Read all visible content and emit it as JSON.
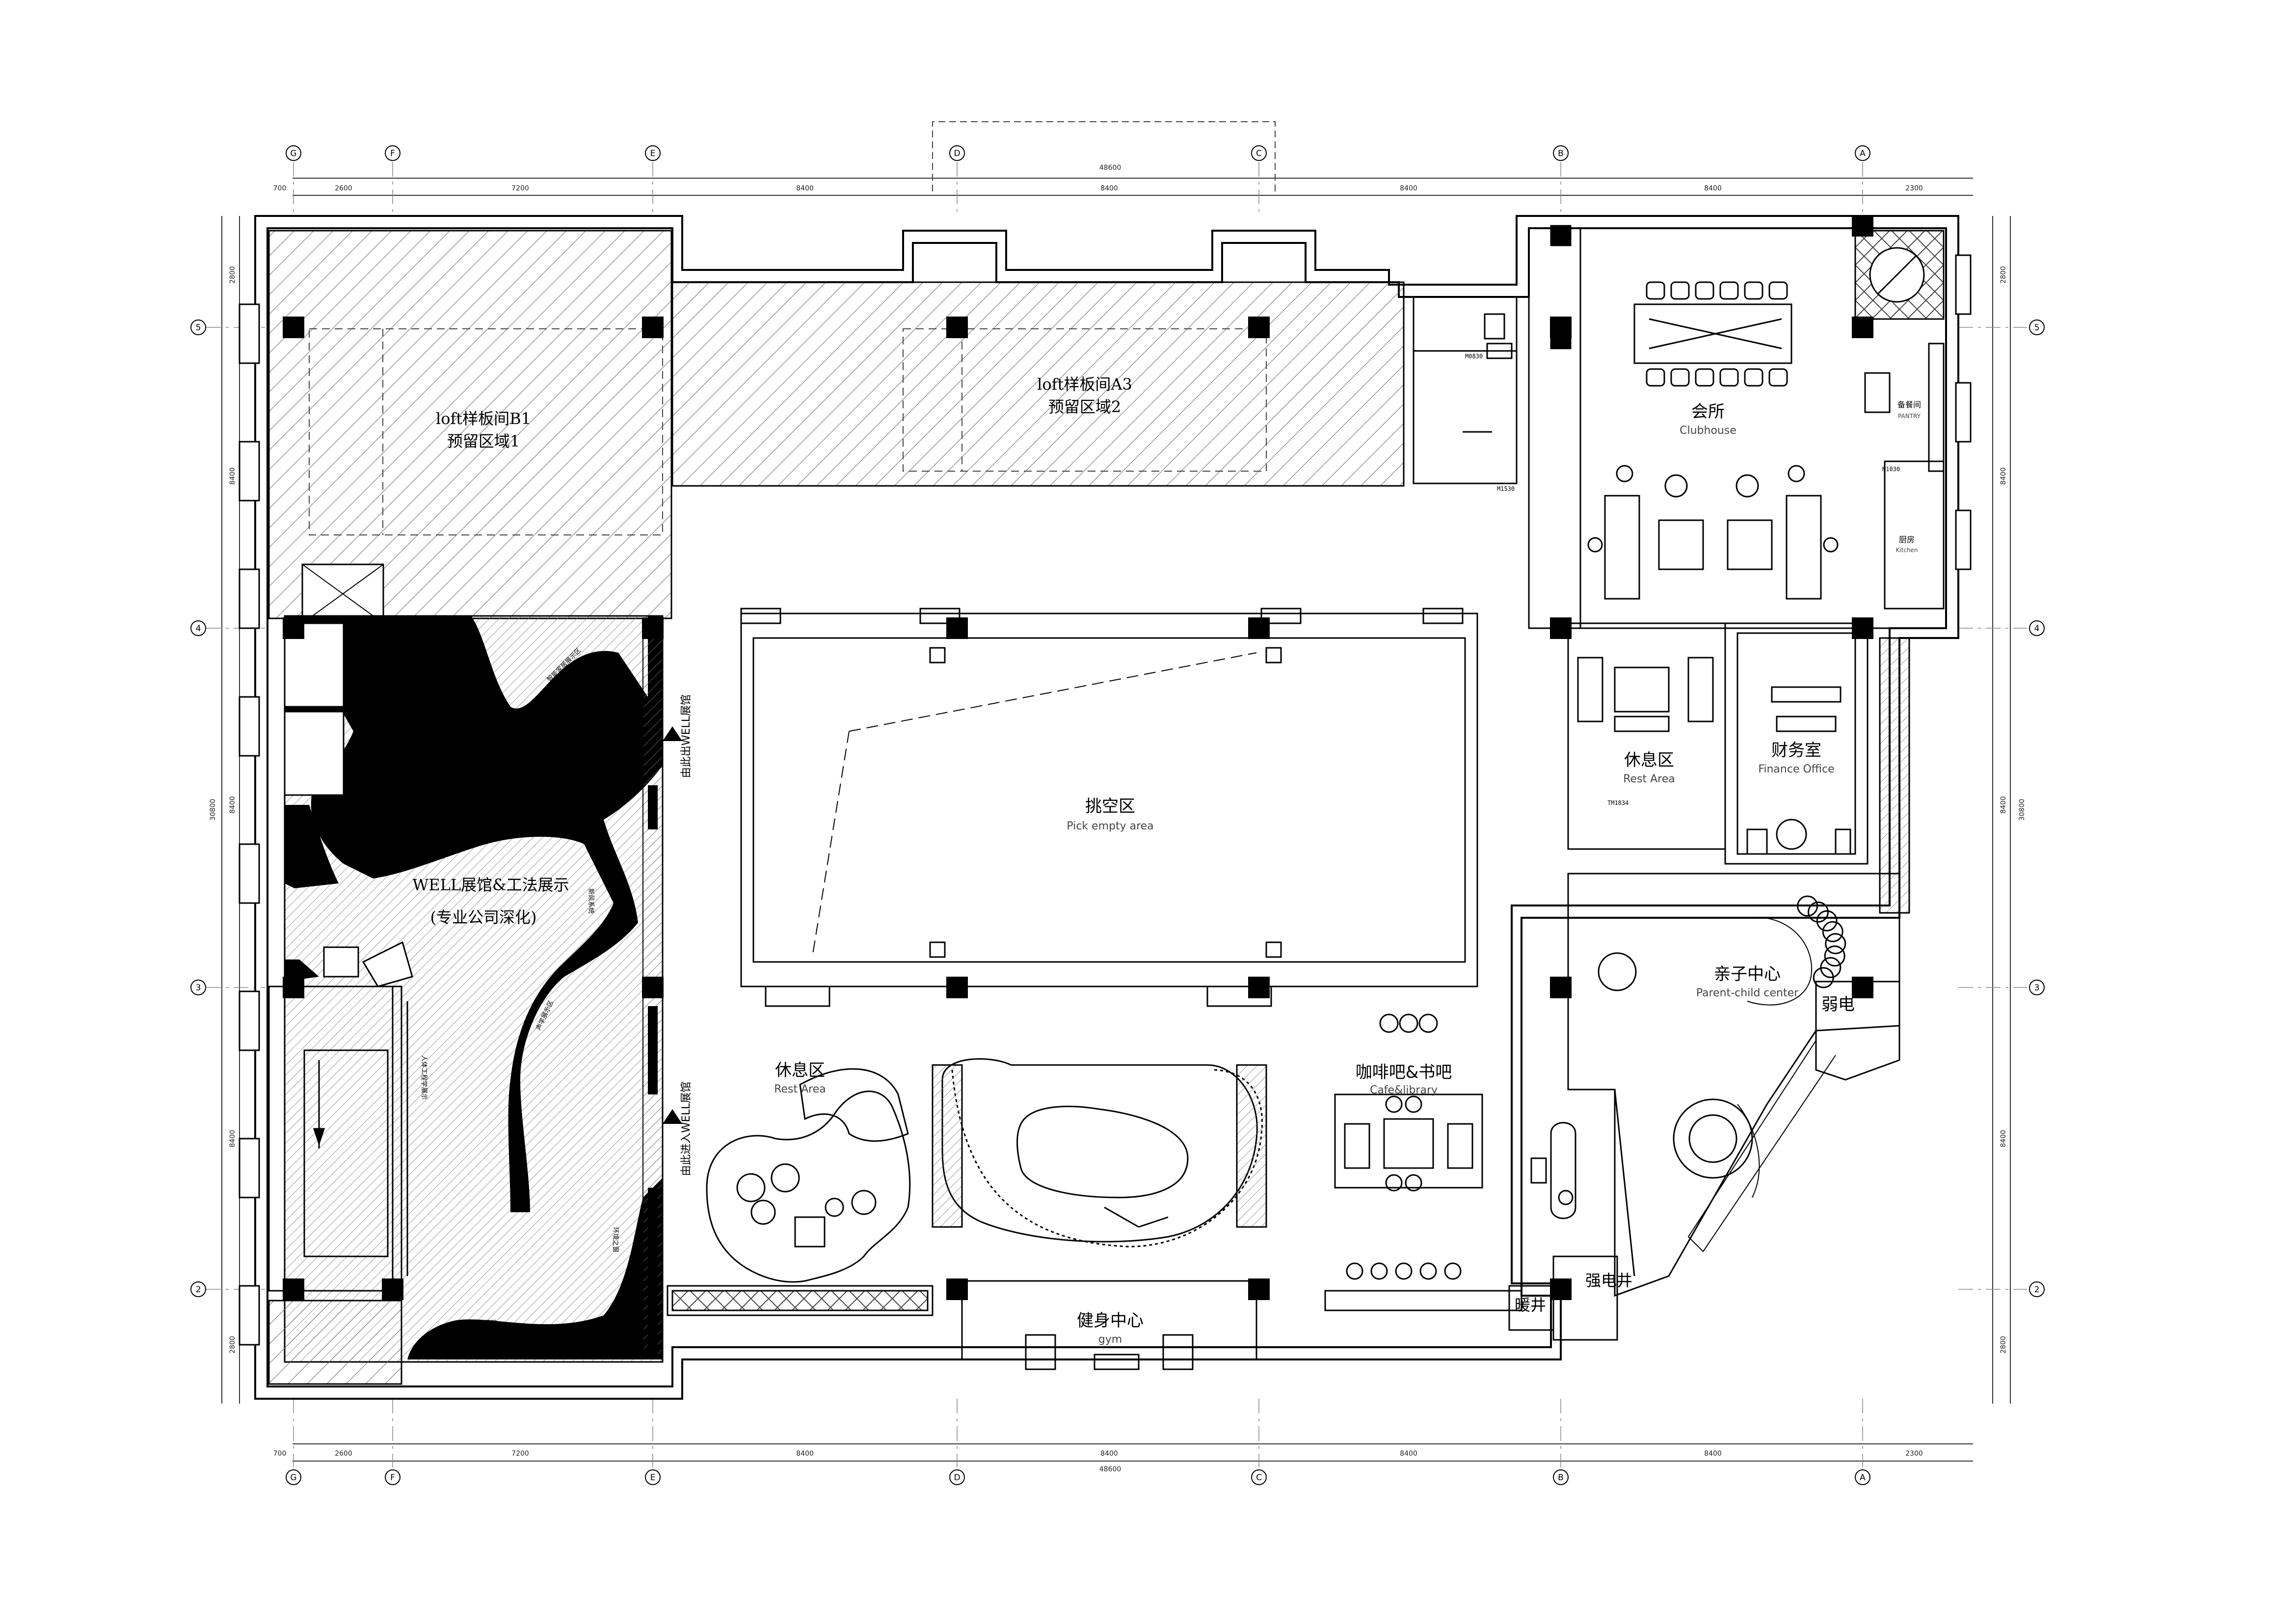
{
  "axes": {
    "columns": [
      "G",
      "F",
      "E",
      "D",
      "C",
      "B",
      "A"
    ],
    "rows": [
      "5",
      "4",
      "3",
      "2"
    ]
  },
  "dimensions": {
    "top_total": "48600",
    "top_segments": [
      "700",
      "2600",
      "7200",
      "8400",
      "8400",
      "8400",
      "8400",
      "2300"
    ],
    "bottom_total": "48600",
    "bottom_segments": [
      "700",
      "2600",
      "7200",
      "8400",
      "8400",
      "8400",
      "8400",
      "2300"
    ],
    "left_segments": [
      "2800",
      "8400",
      "8400",
      "8400",
      "2800"
    ],
    "left_total": "30800",
    "right_segments": [
      "2800",
      "8400",
      "8400",
      "8400",
      "2800"
    ],
    "right_total": "30800"
  },
  "rooms": {
    "loft_b1_title": "loft样板间B1",
    "loft_b1_sub": "预留区域1",
    "loft_a3_title": "loft样板间A3",
    "loft_a3_sub": "预留区域2",
    "clubhouse_cn": "会所",
    "clubhouse_en": "Clubhouse",
    "pantry_cn": "备餐间",
    "pantry_en": "PANTRY",
    "kitchen_cn": "厨房",
    "kitchen_en": "Kitchen",
    "rest_area_1_cn": "休息区",
    "rest_area_1_en": "Rest Area",
    "finance_cn": "财务室",
    "finance_en": "Finance Office",
    "void_cn": "挑空区",
    "void_en": "Pick empty area",
    "well_title": "WELL展馆&工法展示",
    "well_sub": "(专业公司深化)",
    "parent_cn": "亲子中心",
    "parent_en": "Parent-child center",
    "weak_elec": "弱电",
    "rest_area_2_cn": "休息区",
    "rest_area_2_en": "Rest Area",
    "cafe_cn": "咖啡吧&书吧",
    "cafe_en": "Cafe&library",
    "gym_cn": "健身中心",
    "gym_en": "gym",
    "heating_shaft": "暖井",
    "strong_elec": "强电井",
    "exit_label": "由此出WELL展馆",
    "enter_label": "由此进入WELL展馆"
  },
  "small_labels": {
    "door_m0830": "M0830",
    "door_m1530": "M1530",
    "door_m1030": "M1030",
    "door_tm1834": "TM1834"
  },
  "colors": {
    "line": "#000000",
    "hatch": "#555555",
    "dim": "#333333"
  }
}
